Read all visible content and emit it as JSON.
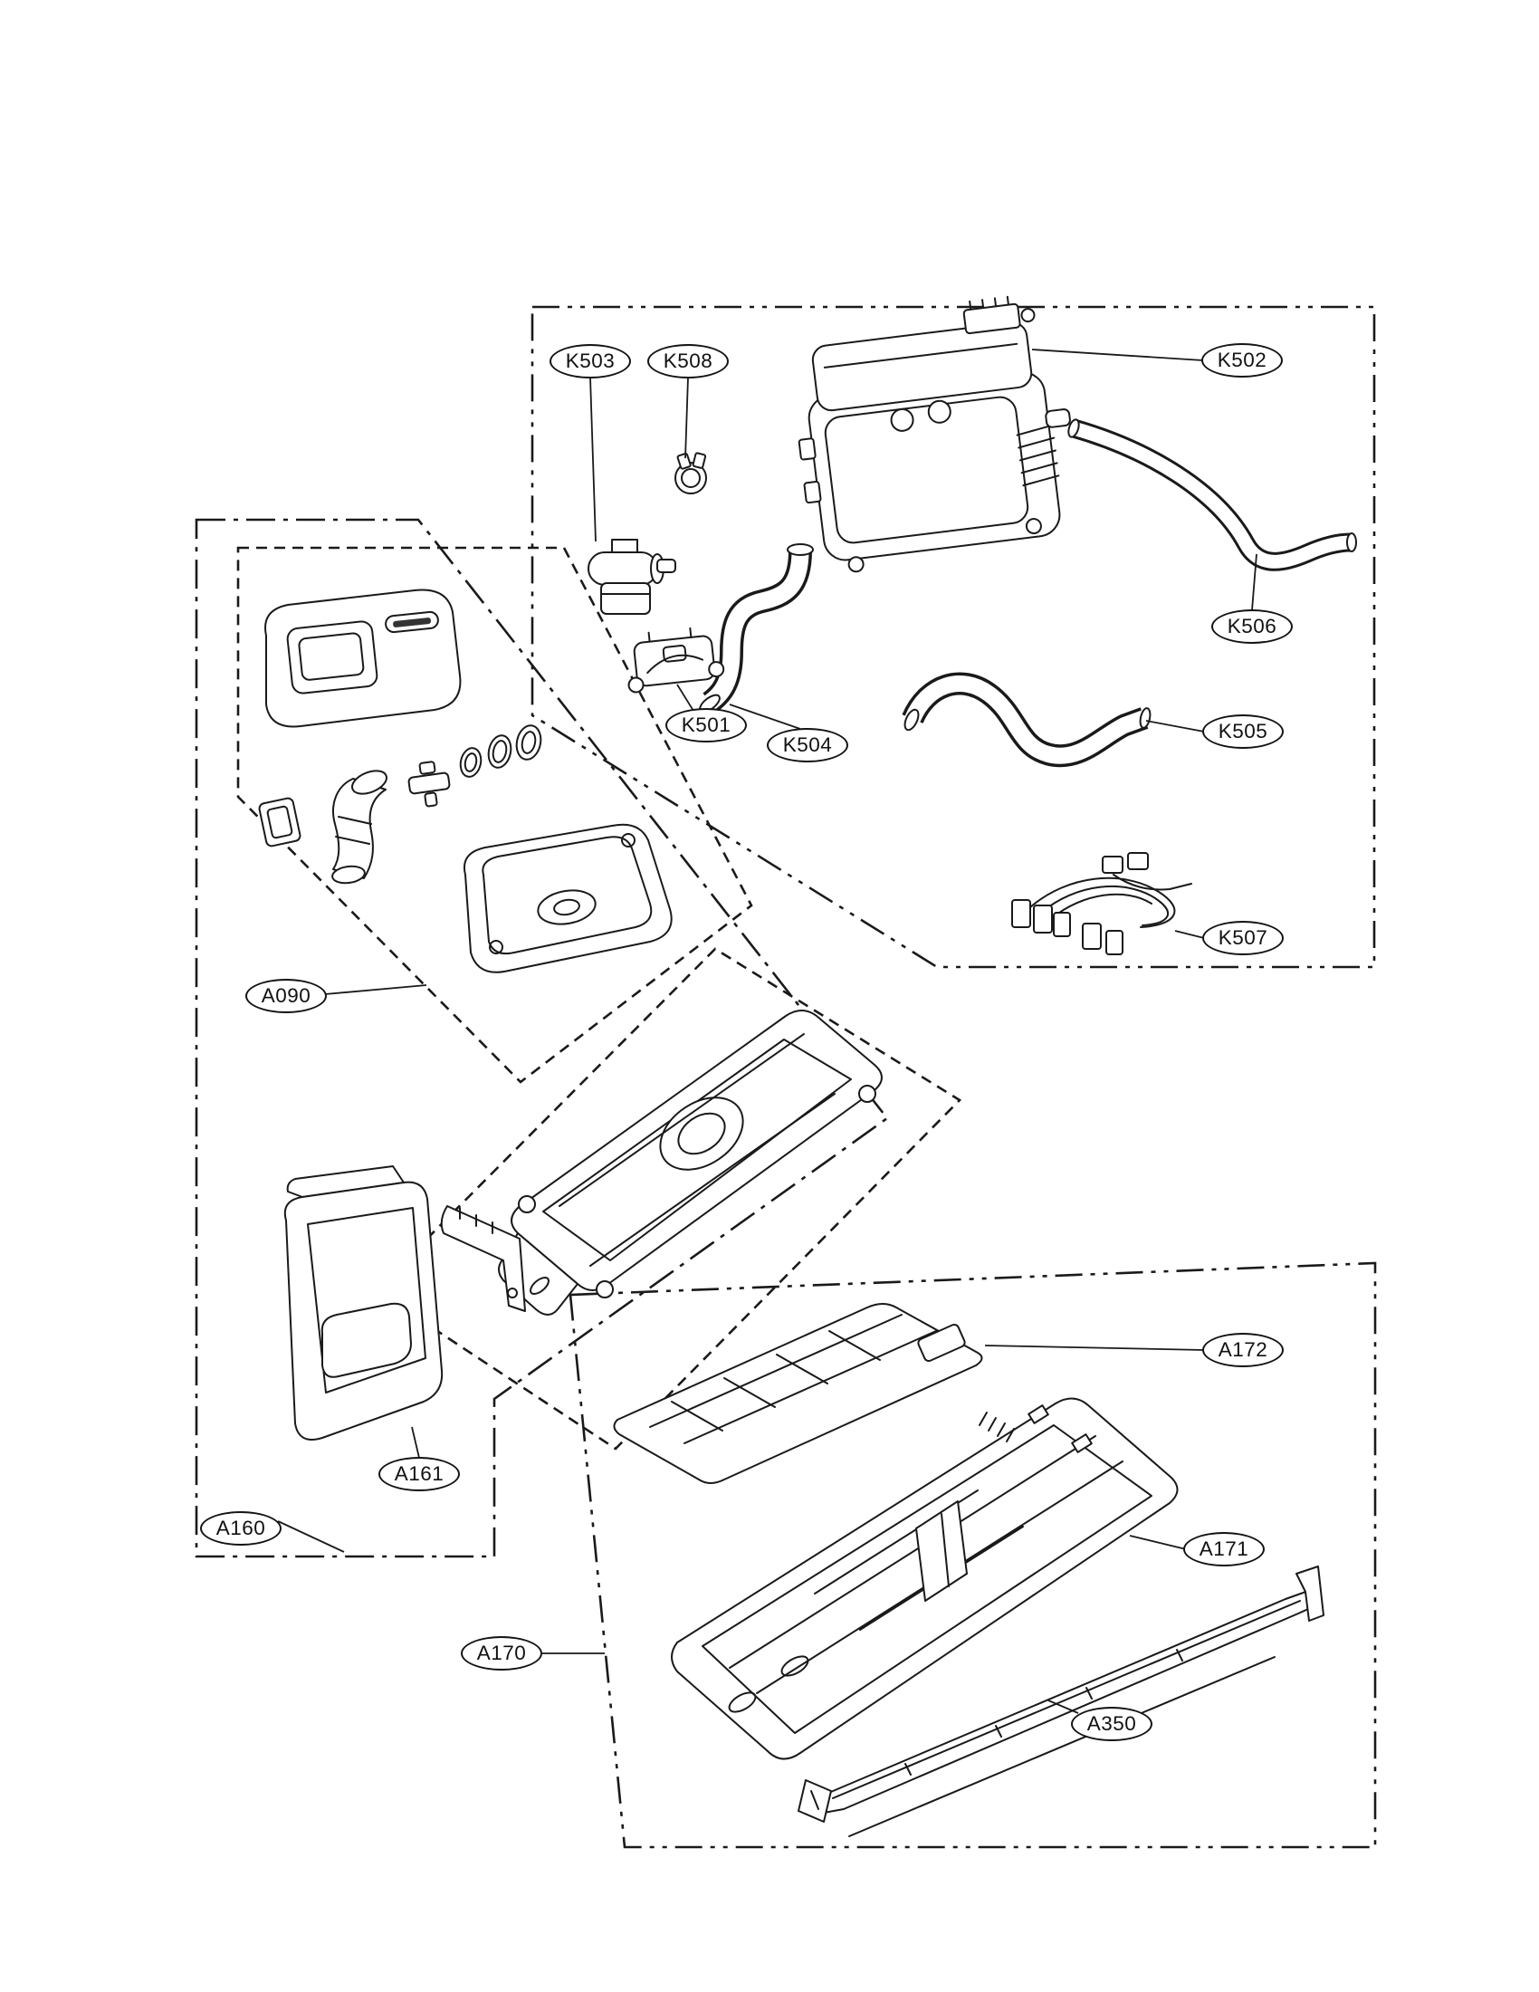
{
  "diagram": {
    "background": "#ffffff",
    "line_color": "#1a1a1a",
    "callouts": [
      {
        "label": "K503"
      },
      {
        "label": "K508"
      },
      {
        "label": "K502"
      },
      {
        "label": "K506"
      },
      {
        "label": "K501"
      },
      {
        "label": "K504"
      },
      {
        "label": "K505"
      },
      {
        "label": "K507"
      },
      {
        "label": "A090"
      },
      {
        "label": "A172"
      },
      {
        "label": "A161"
      },
      {
        "label": "A160"
      },
      {
        "label": "A171"
      },
      {
        "label": "A170"
      },
      {
        "label": "A350"
      }
    ]
  }
}
